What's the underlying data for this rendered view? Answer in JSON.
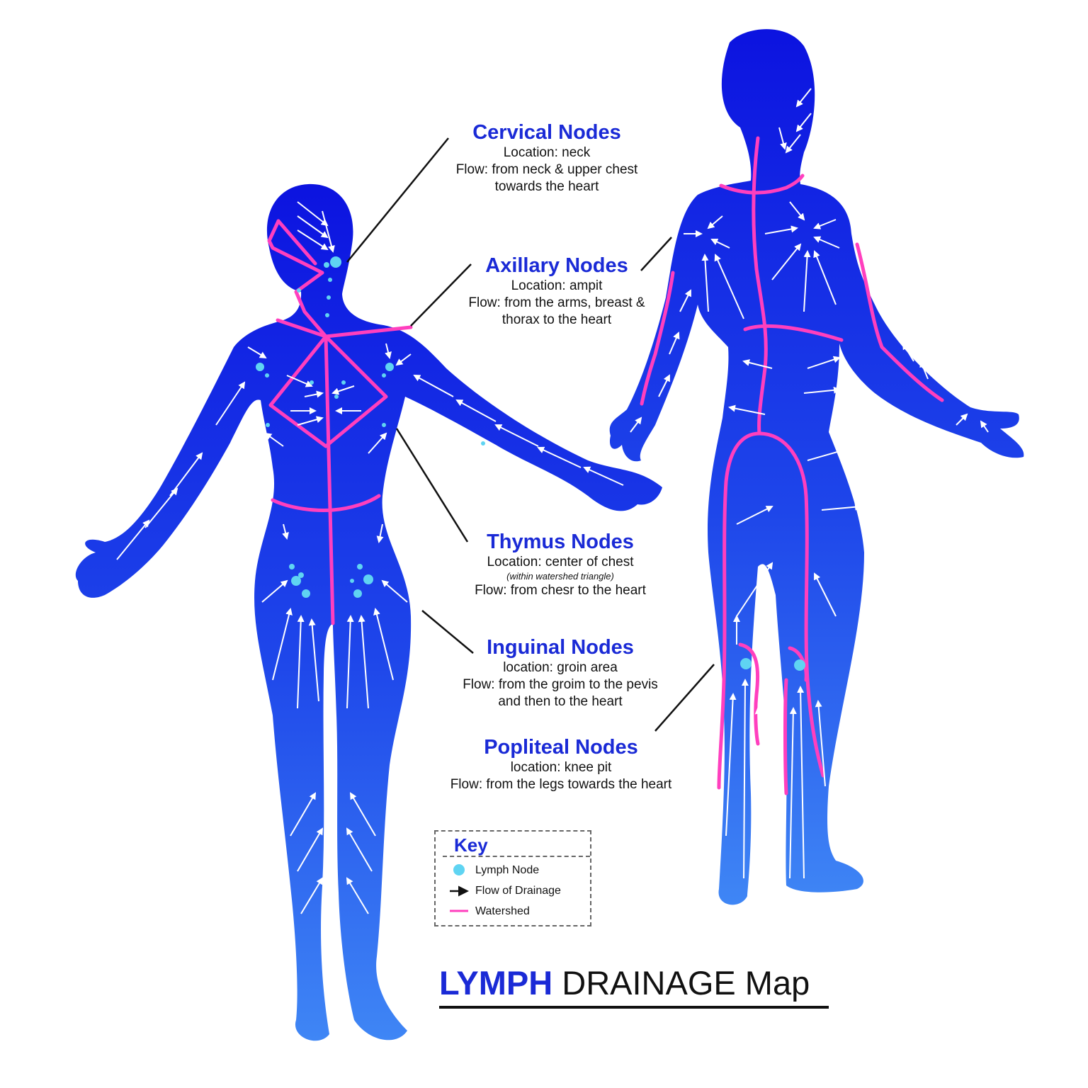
{
  "callouts": [
    {
      "title": "Cervical Nodes",
      "lines": [
        "Location: neck",
        "Flow: from neck & upper chest",
        "towards the heart"
      ]
    },
    {
      "title": "Axillary Nodes",
      "lines": [
        "Location: ampit",
        "Flow: from the arms, breast &",
        "thorax to the heart"
      ]
    },
    {
      "title": "Thymus Nodes",
      "lines": [
        "Location: center of chest",
        "(within watershed triangle)",
        "Flow: from chesr to the heart"
      ]
    },
    {
      "title": "Inguinal Nodes",
      "lines": [
        "location: groin area",
        "Flow: from the groim to the pevis",
        "and then to the heart"
      ]
    },
    {
      "title": "Popliteal Nodes",
      "lines": [
        "location: knee pit",
        "Flow: from the legs towards the heart"
      ]
    }
  ],
  "key": {
    "title": "Key",
    "items": [
      {
        "label": "Lymph Node",
        "symbol": "node-dot-icon"
      },
      {
        "label": "Flow of Drainage",
        "symbol": "arrow-icon"
      },
      {
        "label": "Watershed",
        "symbol": "pink-line-icon"
      }
    ]
  },
  "map_title": {
    "strong": "LYMPH",
    "rest": " DRAINAGE Map"
  },
  "colors": {
    "body_top": "#0c13e0",
    "body_bottom": "#3f86f5",
    "watershed": "#ff3fbe",
    "node": "#5fd4f2",
    "arrow": "#ffffff",
    "heading": "#1a2ad6"
  }
}
